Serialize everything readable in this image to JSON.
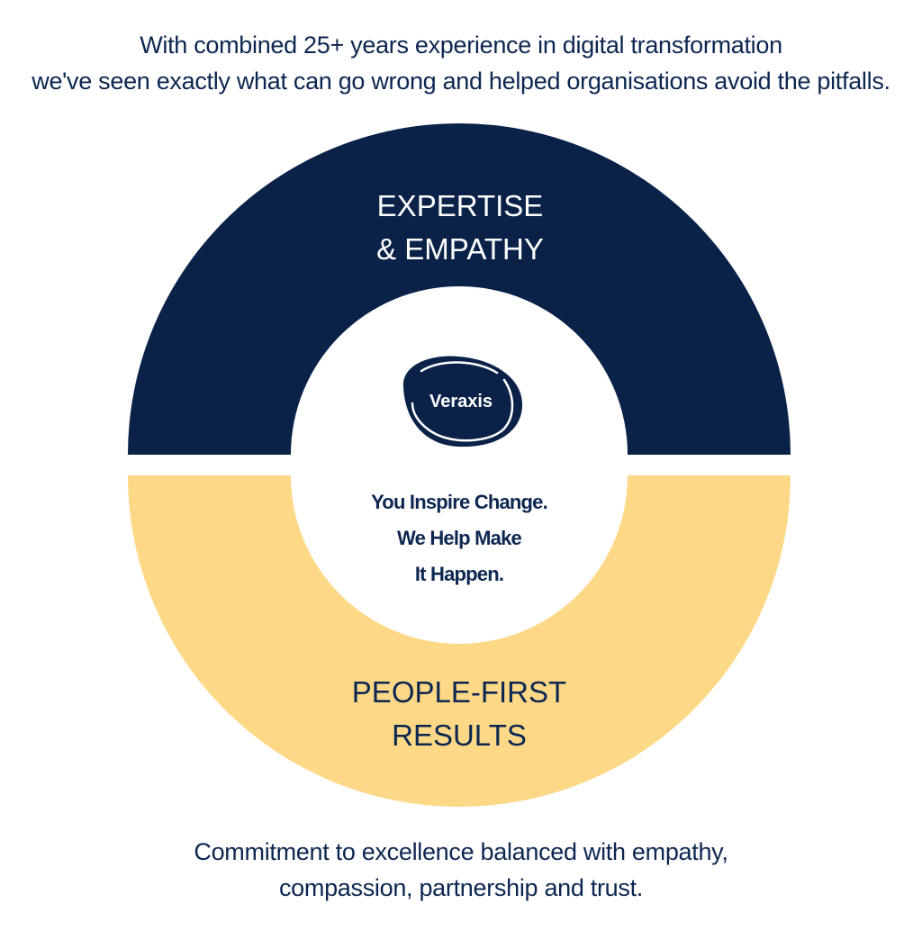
{
  "intro": {
    "line1": "With combined 25+ years experience in digital transformation",
    "line2": "we've seen exactly what can go wrong and helped organisations avoid the pitfalls."
  },
  "top_segment": {
    "line1": "EXPERTISE",
    "line2": "& EMPATHY",
    "color": "#0b2248"
  },
  "bottom_segment": {
    "line1": "PEOPLE-FIRST",
    "line2": "RESULTS",
    "color": "#fdd886"
  },
  "center": {
    "logo_text": "Veraxis",
    "tagline_line1": "You Inspire Change.",
    "tagline_line2": "We Help Make",
    "tagline_line3": "It Happen."
  },
  "outro": {
    "line1": "Commitment to excellence balanced with empathy,",
    "line2": "compassion, partnership and trust."
  },
  "colors": {
    "text_dark": "#0c2650",
    "background": "#ffffff"
  }
}
